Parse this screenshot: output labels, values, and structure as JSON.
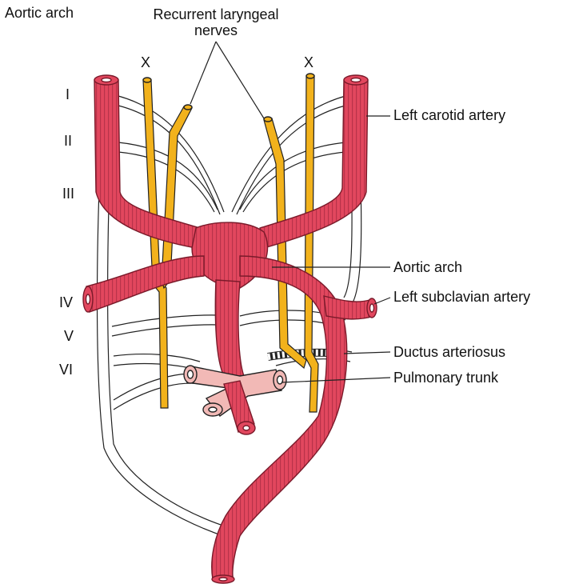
{
  "title": "Aortic arch",
  "arch_numerals": [
    "I",
    "II",
    "III",
    "IV",
    "V",
    "VI"
  ],
  "nerve_marker": "X",
  "labels": {
    "recurrent_laryngeal": [
      "Recurrent laryngeal",
      "nerves"
    ],
    "left_carotid": "Left carotid artery",
    "aortic_arch": "Aortic arch",
    "left_subclavian": "Left subclavian artery",
    "ductus": "Ductus arteriosus",
    "pulmonary": "Pulmonary trunk"
  },
  "colors": {
    "artery": "#e2475e",
    "artery_ring": "#9e2438",
    "nerve": "#f2b21c",
    "pulmonary": "#f2b9b6",
    "outline": "#222222"
  }
}
